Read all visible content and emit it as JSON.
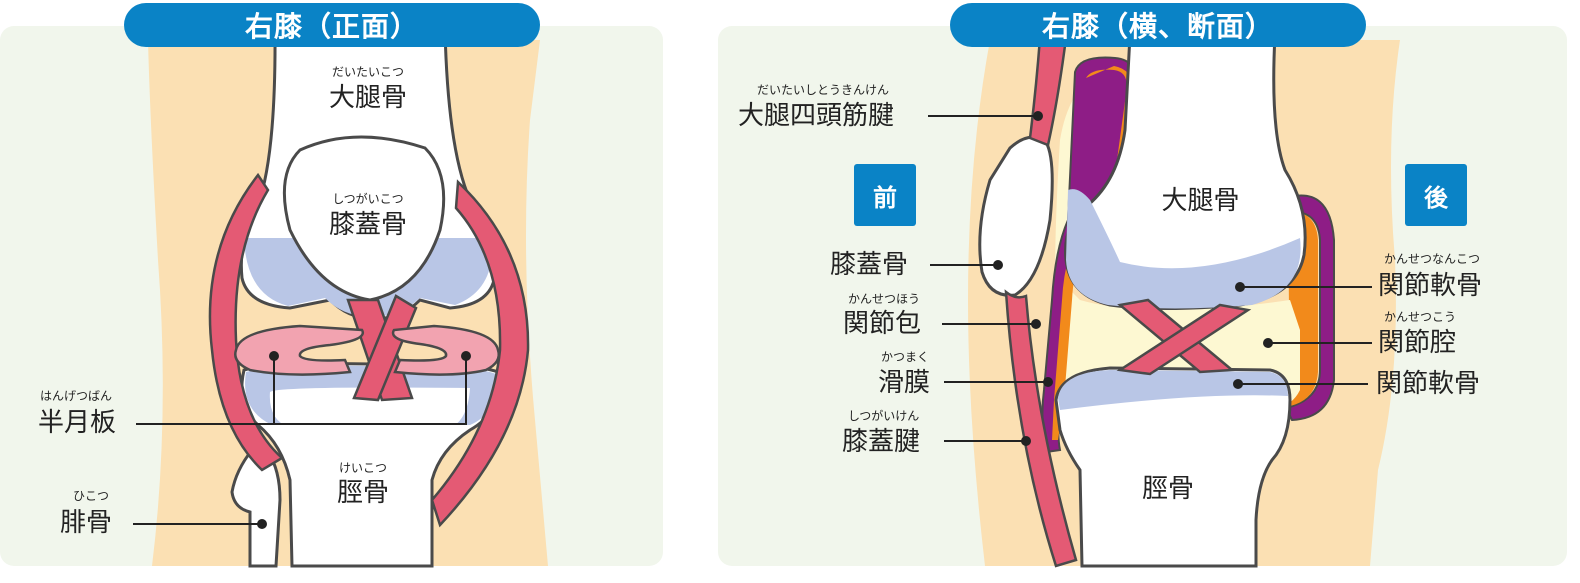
{
  "panels": [
    {
      "title": "右膝（正面）",
      "labels": {
        "femur": "大腿骨",
        "femur_ruby": "だいたいこつ",
        "patella": "膝蓋骨",
        "patella_ruby": "しつがいこつ",
        "meniscus": "半月板",
        "meniscus_ruby": "はんげつばん",
        "tibia": "脛骨",
        "tibia_ruby": "けいこつ",
        "fibula": "腓骨",
        "fibula_ruby": "ひこつ"
      }
    },
    {
      "title": "右膝（横、断面）",
      "front": "前",
      "back": "後",
      "labels": {
        "quad_tendon": "大腿四頭筋腱",
        "quad_tendon_ruby": "だいたいしとうきんけん",
        "patella": "膝蓋骨",
        "capsule": "関節包",
        "capsule_ruby": "かんせつほう",
        "synovium": "滑膜",
        "synovium_ruby": "かつまく",
        "patellar_tendon": "膝蓋腱",
        "patellar_tendon_ruby": "しつがいけん",
        "femur": "大腿骨",
        "tibia": "脛骨",
        "cartilage_upper": "関節軟骨",
        "cartilage_upper_ruby": "かんせつなんこつ",
        "cavity": "関節腔",
        "cavity_ruby": "かんせつこう",
        "cartilage_lower": "関節軟骨"
      }
    }
  ],
  "colors": {
    "title_bg": "#0a83c6",
    "panel_bg": "#f1f6ec",
    "skin": "#fbe0b3",
    "bone": "#ffffff",
    "cartilage": "#b9c6e6",
    "ligament": "#e45a74",
    "meniscus": "#f2a3b0",
    "capsule_purple": "#8e1d86",
    "synovium_orange": "#f28a1b",
    "cavity": "#fdf8d2",
    "outline": "#4a4a4a"
  }
}
